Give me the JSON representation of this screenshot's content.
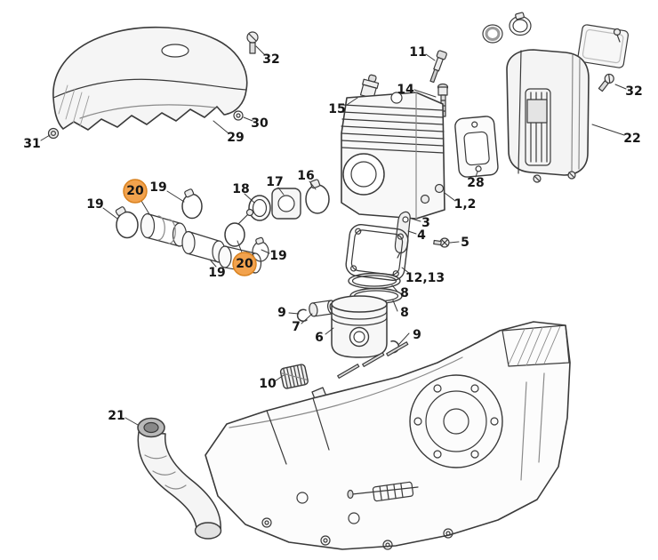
{
  "diagram": {
    "description": "Exploded parts diagram of a chainsaw engine assembly (cover, cylinder, piston, muffler, crankcase, intake boots)",
    "background_color": "#ffffff",
    "line_color": "#3a3a3a",
    "highlight_fill": "#f2a24d",
    "highlight_stroke": "#d9821f"
  },
  "callouts": [
    {
      "label": "32",
      "highlighted": false
    },
    {
      "label": "30",
      "highlighted": false
    },
    {
      "label": "29",
      "highlighted": false
    },
    {
      "label": "31",
      "highlighted": false
    },
    {
      "label": "11",
      "highlighted": false
    },
    {
      "label": "15",
      "highlighted": false
    },
    {
      "label": "14",
      "highlighted": false
    },
    {
      "label": "32",
      "highlighted": false
    },
    {
      "label": "22",
      "highlighted": false
    },
    {
      "label": "28",
      "highlighted": false
    },
    {
      "label": "1,2",
      "highlighted": false
    },
    {
      "label": "16",
      "highlighted": false
    },
    {
      "label": "17",
      "highlighted": false
    },
    {
      "label": "18",
      "highlighted": false
    },
    {
      "label": "19",
      "highlighted": false
    },
    {
      "label": "20",
      "highlighted": true
    },
    {
      "label": "19",
      "highlighted": false
    },
    {
      "label": "19",
      "highlighted": false
    },
    {
      "label": "20",
      "highlighted": true
    },
    {
      "label": "19",
      "highlighted": false
    },
    {
      "label": "3",
      "highlighted": false
    },
    {
      "label": "4",
      "highlighted": false
    },
    {
      "label": "5",
      "highlighted": false
    },
    {
      "label": "12,13",
      "highlighted": false
    },
    {
      "label": "8",
      "highlighted": false
    },
    {
      "label": "8",
      "highlighted": false
    },
    {
      "label": "9",
      "highlighted": false
    },
    {
      "label": "7",
      "highlighted": false
    },
    {
      "label": "6",
      "highlighted": false
    },
    {
      "label": "9",
      "highlighted": false
    },
    {
      "label": "10",
      "highlighted": false
    },
    {
      "label": "21",
      "highlighted": false
    }
  ]
}
